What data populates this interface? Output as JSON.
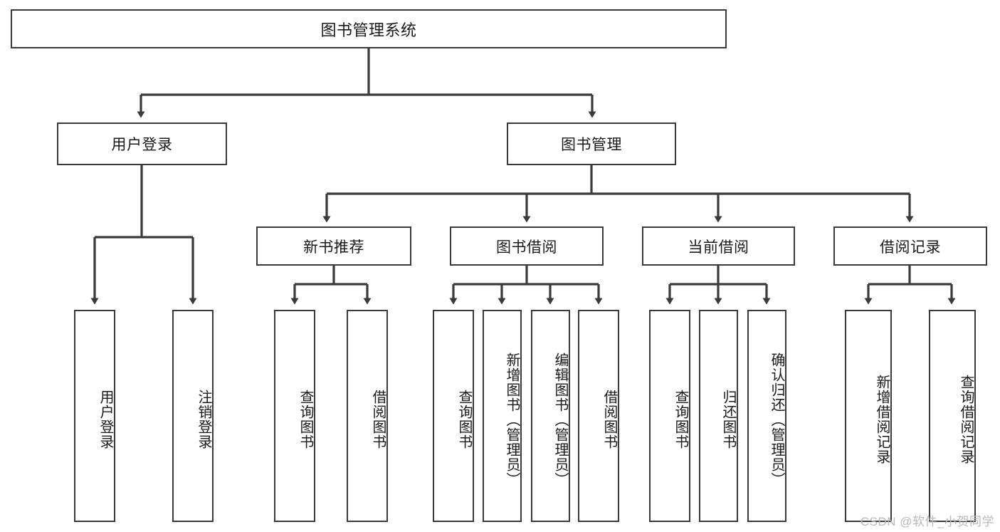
{
  "diagram": {
    "title": "图书管理系统",
    "type": "functional-structure-tree",
    "root": {
      "label": "图书管理系统"
    },
    "level2": [
      {
        "label": "用户登录"
      },
      {
        "label": "图书管理"
      }
    ],
    "level3": [
      {
        "label": "新书推荐"
      },
      {
        "label": "图书借阅"
      },
      {
        "label": "当前借阅"
      },
      {
        "label": "借阅记录"
      }
    ],
    "leaves": {
      "user_login": [
        {
          "label": "用户登录"
        },
        {
          "label": "注销登录"
        }
      ],
      "new_book_recommend": [
        {
          "label": "查询图书"
        },
        {
          "label": "借阅图书"
        }
      ],
      "book_borrow": [
        {
          "label": "查询图书"
        },
        {
          "label": "新增图书（管理员）"
        },
        {
          "label": "编辑图书（管理员）"
        },
        {
          "label": "借阅图书"
        }
      ],
      "current_borrow": [
        {
          "label": "查询图书"
        },
        {
          "label": "归还图书"
        },
        {
          "label": "确认归还（管理员）"
        }
      ],
      "borrow_record": [
        {
          "label": "新增借阅记录"
        },
        {
          "label": "查询借阅记录"
        }
      ]
    }
  },
  "watermark": {
    "text": "CSDN @软件_小贺同学"
  },
  "colors": {
    "stroke": "#3a3a3a",
    "background": "#ffffff",
    "text": "#1a1a1a",
    "watermark": "#b9b9b9"
  }
}
